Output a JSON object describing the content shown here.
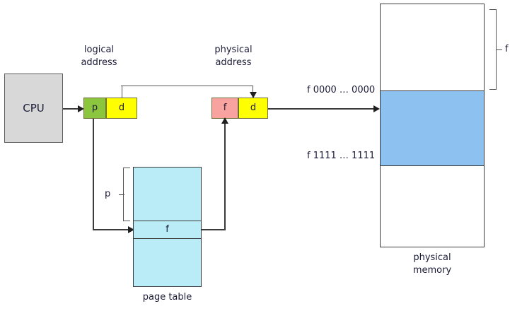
{
  "diagram": {
    "title": "paging-address-translation",
    "colors": {
      "cpu_fill": "#d8d8d8",
      "page_field": "#8cc63e",
      "offset_field": "#ffff00",
      "frame_field": "#f9a3a0",
      "page_table_fill": "#b9ecf7",
      "physical_frame_fill": "#8dc2f0",
      "line": "#3b3b3b",
      "text": "#1b1b38"
    },
    "cpu": {
      "label": "CPU"
    },
    "logical_address": {
      "caption_line1": "logical",
      "caption_line2": "address",
      "page_number": "p",
      "offset": "d"
    },
    "physical_address": {
      "caption_line1": "physical",
      "caption_line2": "address",
      "frame_number": "f",
      "offset": "d"
    },
    "page_table": {
      "caption": "page table",
      "index_bracket_label": "p",
      "entry_value": "f"
    },
    "physical_memory": {
      "caption_line1": "physical",
      "caption_line2": "memory",
      "frame_bracket_label": "f",
      "frame_start_address": "f 0000 … 0000",
      "frame_end_address": "f 1111 … 1111"
    }
  }
}
